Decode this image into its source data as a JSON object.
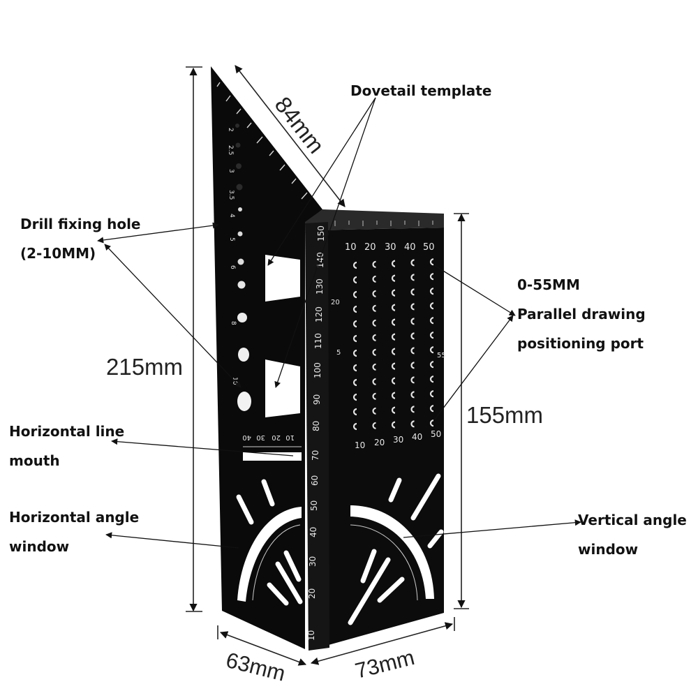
{
  "colors": {
    "tool_body": "#0b0b0b",
    "engraving": "#e6e6e6",
    "window_fill": "#ffffff",
    "annotation": "#111111"
  },
  "labels": {
    "dovetail": "Dovetail template",
    "drill_line1": "Drill fixing hole",
    "drill_line2": "(2-10MM)",
    "parallel_line1": "0-55MM",
    "parallel_line2": "Parallel drawing",
    "parallel_line3": "positioning port",
    "hline_line1": "Horizontal line",
    "hline_line2": "mouth",
    "hangle_line1": "Horizontal angle",
    "hangle_line2": "window",
    "vangle_line1": "Vertical angle",
    "vangle_line2": "window"
  },
  "dimensions": {
    "height_total": "215mm",
    "height_right": "155mm",
    "diagonal": "84mm",
    "base_left": "63mm",
    "base_right": "73mm"
  },
  "engraving": {
    "ruler_ticks": [
      "10",
      "20",
      "30",
      "40",
      "50",
      "60",
      "70",
      "80",
      "90",
      "100",
      "110",
      "120",
      "130",
      "140",
      "150"
    ],
    "grid_top": [
      "10",
      "20",
      "30",
      "40",
      "50"
    ],
    "grid_bottom": [
      "10",
      "20",
      "30",
      "40",
      "50"
    ],
    "drill_hole_sizes": [
      "2",
      "2.5",
      "3",
      "3.5",
      "4",
      "5",
      "6",
      "8",
      "10"
    ],
    "slot_line_ticks": [
      "40",
      "30",
      "20",
      "10"
    ],
    "side_marks": [
      "20",
      "5",
      "55"
    ]
  }
}
